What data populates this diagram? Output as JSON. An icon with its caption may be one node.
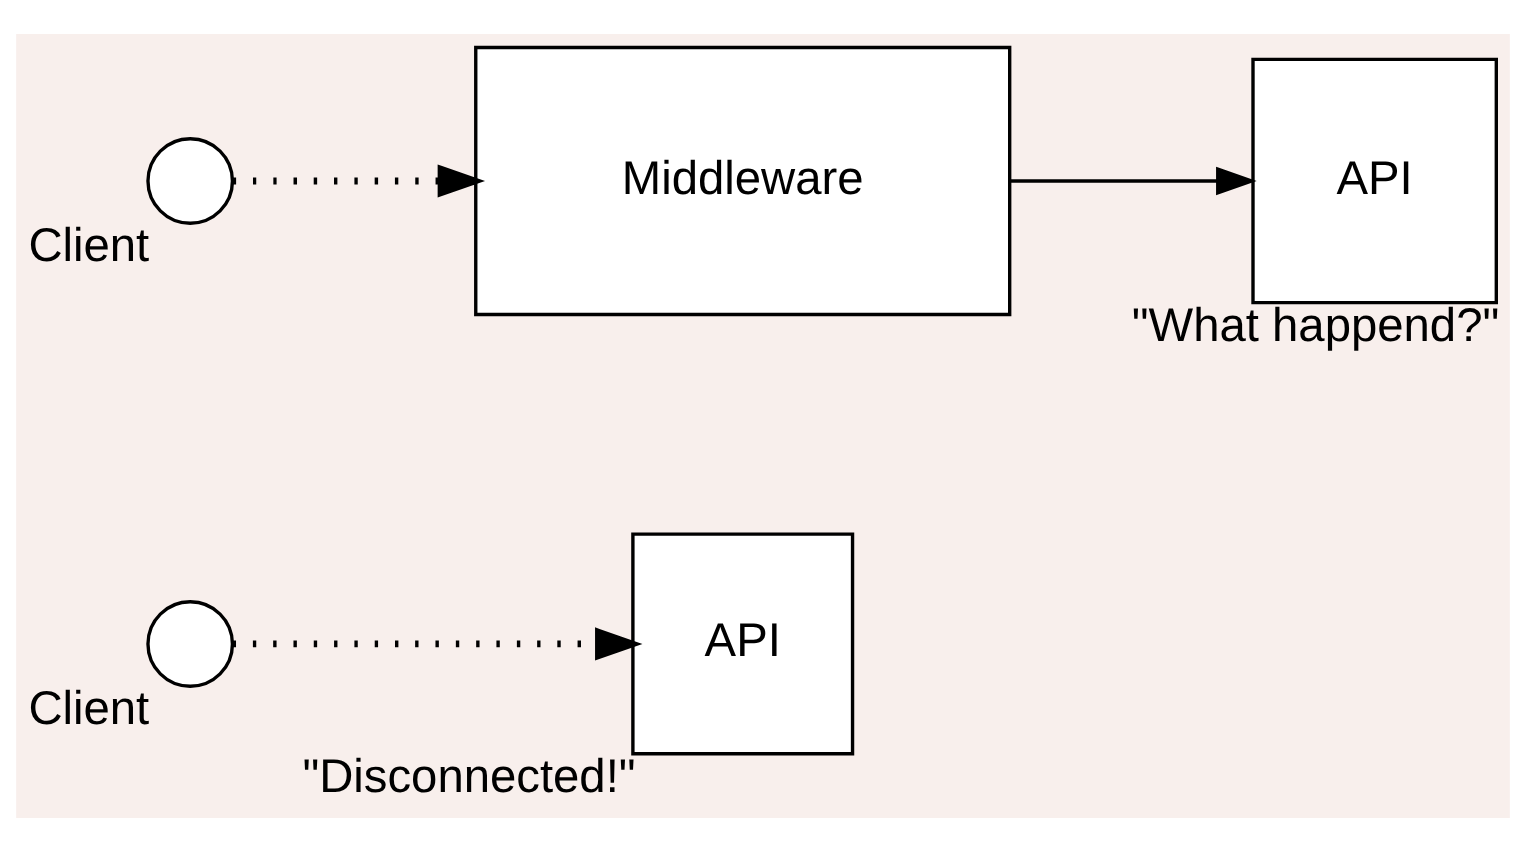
{
  "diagram": {
    "nodes": [
      {
        "text": [],
        "shape": "person",
        "beside": [
          "Client"
        ]
      },
      {
        "text": [
          "API"
        ],
        "beside": [
          "\"Disconnected!\""
        ]
      },
      {
        "text": [],
        "shape": "person",
        "beside": [
          "Client"
        ]
      },
      {
        "text": [
          "Middleware"
        ]
      },
      {
        "text": [
          "API"
        ],
        "beside": [
          "\"What happend?\""
        ]
      }
    ],
    "edges": [
      {
        "from": 0,
        "to": 1,
        "arrow": "to",
        "style": "dashed"
      },
      {
        "from": 2,
        "to": 3,
        "arrow": "to",
        "style": "dashed"
      },
      {
        "from": 3,
        "to": 4,
        "arrow": "to"
      }
    ]
  }
}
